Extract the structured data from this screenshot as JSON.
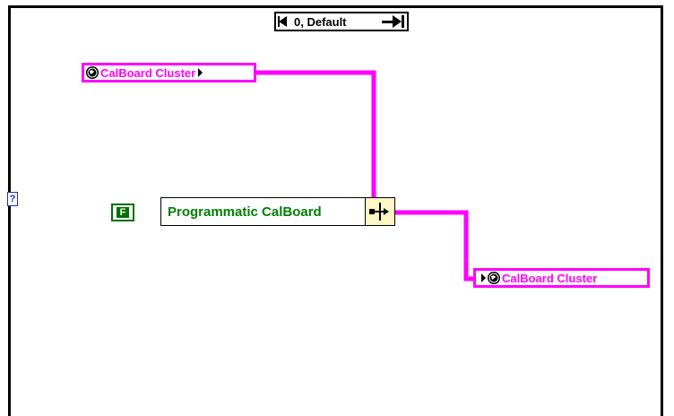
{
  "case_selector": {
    "label": "0, Default",
    "decrement_icon": "triangle-left-icon",
    "increment_icon": "arrow-right-icon"
  },
  "input_cluster": {
    "label": "CalBoard Cluster",
    "icon": "globe-icon",
    "color": "#ff00ff"
  },
  "boolean_constant": {
    "label": "F",
    "color": "#007000"
  },
  "bundle_node": {
    "label": "Programmatic CalBoard",
    "label_color": "#008000",
    "terminal_icon": "bundle-by-name-icon"
  },
  "output_cluster": {
    "label": "CalBoard Cluster",
    "icon": "globe-icon",
    "color": "#ff00ff"
  },
  "selector_terminal": {
    "label": "?",
    "color": "#1a2bd8"
  }
}
